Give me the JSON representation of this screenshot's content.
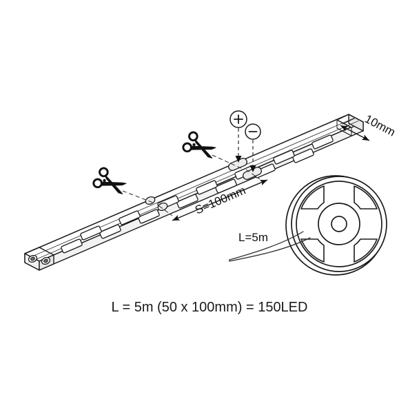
{
  "document": {
    "type": "technical-line-drawing",
    "subject": "LED strip light with cut marks and reel",
    "background_color": "#ffffff",
    "line_color": "#1a1a1a"
  },
  "caption": {
    "text": "L = 5m (50 x 100mm) = 150LED"
  },
  "dimensions": {
    "width_label": "10mm",
    "segment_label": "S=100mm",
    "length_label": "L=5m"
  },
  "polarity": {
    "positive": "+",
    "negative": "−"
  },
  "icons": {
    "scissors_upper": "scissors-icon",
    "scissors_lower": "scissors-icon"
  },
  "parts": {
    "strip_label": "led-strip",
    "reel_label": "strip-reel",
    "connector_label": "strip-connector-end",
    "tail_label": "strip-tail"
  }
}
